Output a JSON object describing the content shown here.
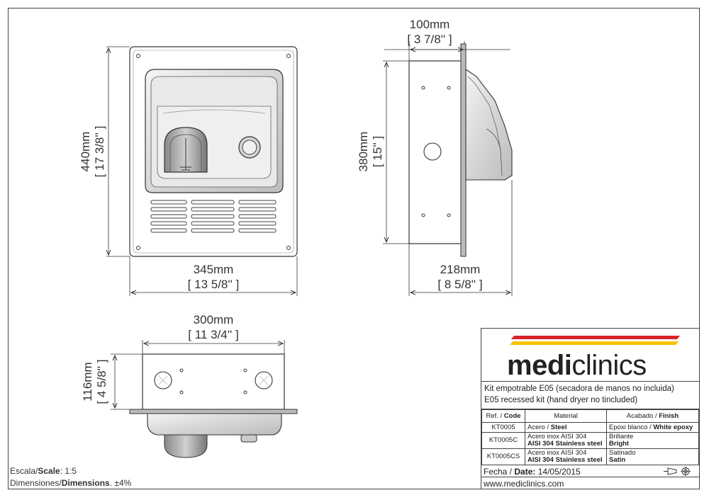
{
  "front_view": {
    "height_mm": "440mm",
    "height_in": "[ 17 3/8'' ]",
    "width_mm": "345mm",
    "width_in": "[ 13 5/8'' ]"
  },
  "side_view": {
    "depth_top_mm": "100mm",
    "depth_top_in": "[ 3 7/8'' ]",
    "height_mm": "380mm",
    "height_in": "[ 15'' ]",
    "depth_mm": "218mm",
    "depth_in": "[ 8 5/8'' ]"
  },
  "top_view": {
    "width_mm": "300mm",
    "width_in": "[ 11 3/4'' ]",
    "height_mm": "116mm",
    "height_in": "[ 4 5/8'' ]"
  },
  "scale": {
    "label_es": "Escala/",
    "label_en": "Scale",
    "value": "1:5",
    "dims_es": "Dimensiones/",
    "dims_en": "Dimensions",
    "tolerance": "±4%"
  },
  "title_block": {
    "logo_bold": "medi",
    "logo_light": "clinics",
    "colors": {
      "stripe_red": "#d8232a",
      "stripe_yellow": "#f5c400"
    },
    "description_es": "Kit empotrable E05 (secadora de manos no incluida)",
    "description_en": "E05 recessed kit (hand dryer no tincluded)",
    "headers": {
      "ref_es": "Ref. / ",
      "ref_en": "Code",
      "material": "Material",
      "finish_es": "Acabado / ",
      "finish_en": "Finish"
    },
    "rows": [
      {
        "code": "KT0005",
        "material_es": "Acero / ",
        "material_en": "Steel",
        "finish_es": "Epoxi blanco / ",
        "finish_en": "White epoxy"
      },
      {
        "code": "KT0005C",
        "material_es": "Acero inox AISI 304",
        "material_en": "AISI 304 Stainless steel",
        "finish_es": "Brillante",
        "finish_en": "Bright"
      },
      {
        "code": "KT0005CS",
        "material_es": "Acero inox AISI 304",
        "material_en": "AISI 304 Stainless steel",
        "finish_es": "Satinado",
        "finish_en": "Satin"
      }
    ],
    "date_label_es": "Fecha / ",
    "date_label_en": "Date:",
    "date": "14/05/2015",
    "website": "www.mediclinics.com",
    "projection_icon": "first-angle-projection-icon"
  }
}
